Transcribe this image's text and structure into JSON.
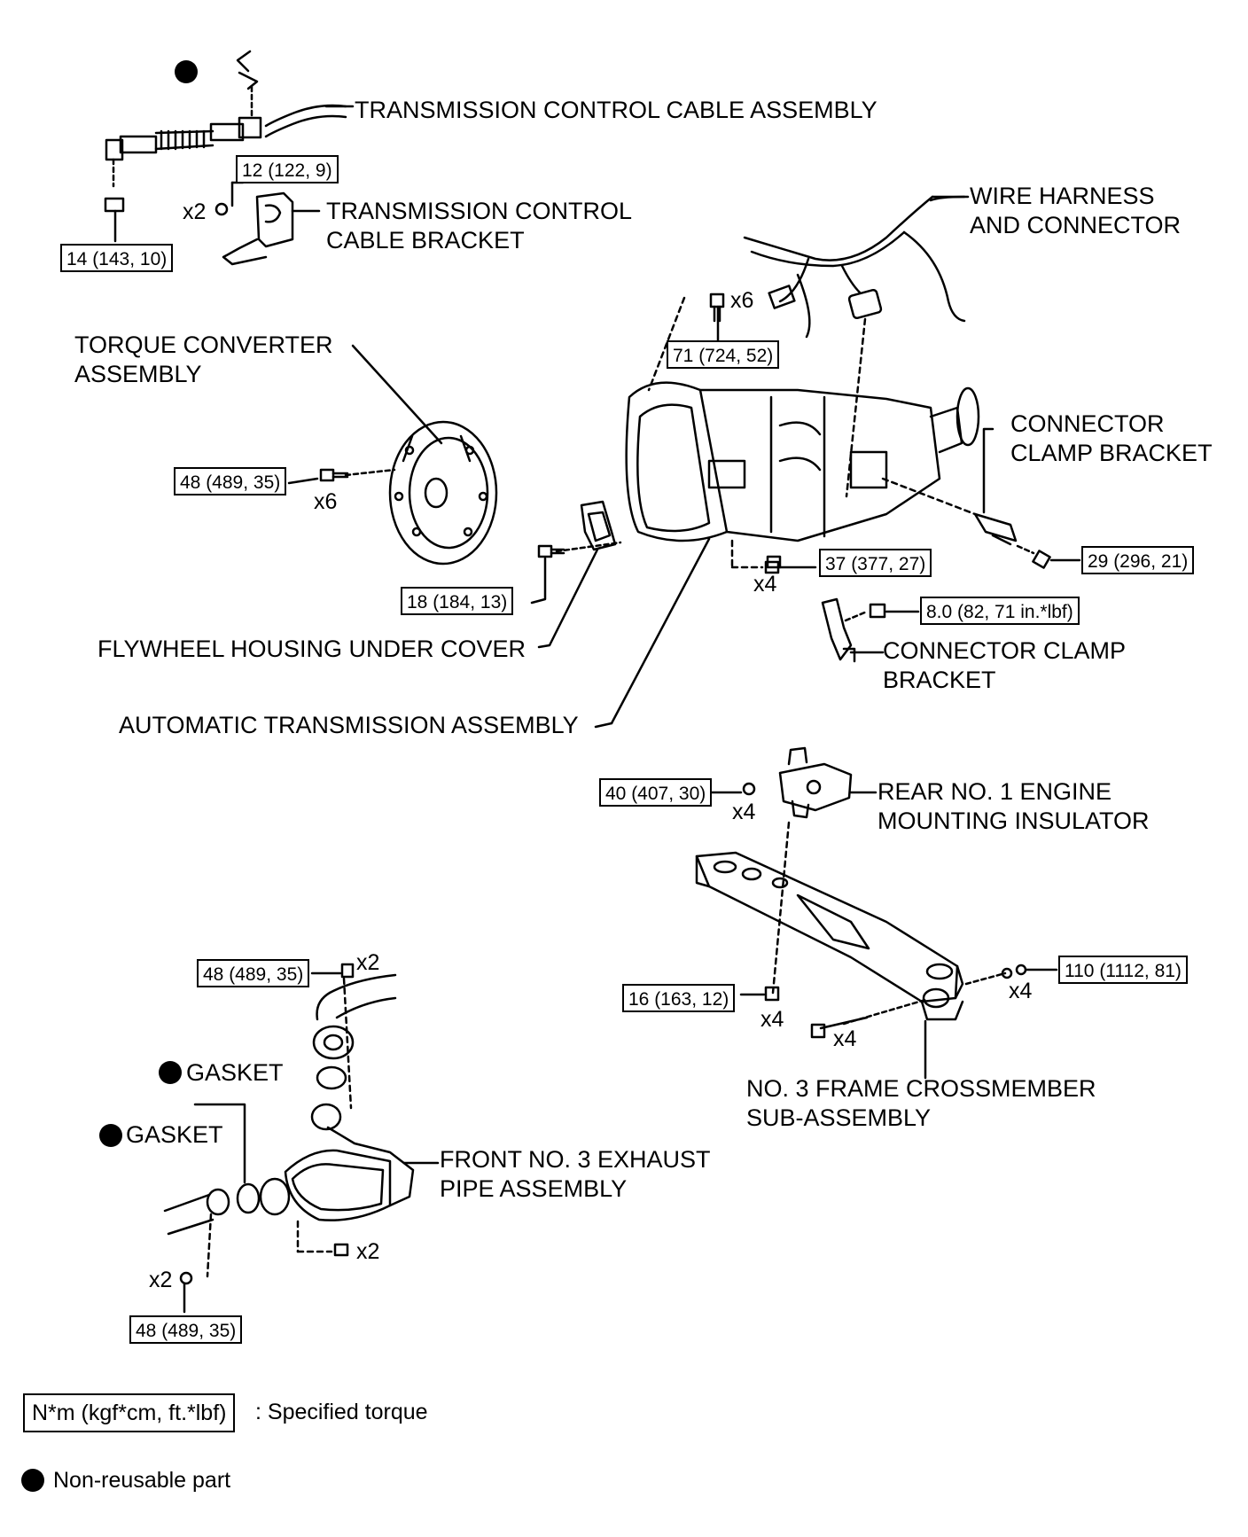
{
  "labels": {
    "transmission_control_cable_assembly": "TRANSMISSION CONTROL CABLE ASSEMBLY",
    "transmission_control_cable_bracket": [
      "TRANSMISSION CONTROL",
      "CABLE BRACKET"
    ],
    "wire_harness_and_connector": [
      "WIRE HARNESS",
      "AND CONNECTOR"
    ],
    "torque_converter_assembly": [
      "TORQUE CONVERTER",
      "ASSEMBLY"
    ],
    "connector_clamp_bracket_upper": [
      "CONNECTOR",
      "CLAMP BRACKET"
    ],
    "flywheel_housing_under_cover": "FLYWHEEL HOUSING UNDER COVER",
    "connector_clamp_bracket_lower": [
      "CONNECTOR CLAMP",
      "BRACKET"
    ],
    "automatic_transmission_assembly": "AUTOMATIC TRANSMISSION ASSEMBLY",
    "rear_no1_engine_mounting_insulator": [
      "REAR NO. 1 ENGINE",
      "MOUNTING INSULATOR"
    ],
    "gasket_upper": "GASKET",
    "gasket_lower": "GASKET",
    "no3_frame_crossmember": [
      "NO. 3 FRAME CROSSMEMBER",
      "SUB-ASSEMBLY"
    ],
    "front_no3_exhaust_pipe_assembly": [
      "FRONT NO. 3 EXHAUST",
      "PIPE ASSEMBLY"
    ]
  },
  "torque": {
    "cable_bracket": "12 (122, 9)",
    "cable_nut": "14 (143, 10)",
    "transmission_bolts": "71 (724, 52)",
    "converter_bolts": "48 (489, 35)",
    "bolt_37": "37 (377, 27)",
    "clamp_bracket_upper": "29 (296, 21)",
    "flywheel_cover": "18 (184, 13)",
    "clamp_bracket_lower": "8.0 (82, 71 in.*lbf)",
    "insulator_nuts": "40 (407, 30)",
    "exhaust_upper_nuts": "48 (489, 35)",
    "crossmember_side_bolts": "110 (1112, 81)",
    "insulator_lower_bolt": "16 (163, 12)",
    "exhaust_lower_nuts": "48 (489, 35)"
  },
  "qty": {
    "cable_bracket": "x2",
    "transmission_bolts": "x6",
    "converter_bolts": "x6",
    "bolt_37": "x4",
    "insulator_nuts": "x4",
    "exhaust_upper_nuts": "x2",
    "crossmember_side_nuts": "x4",
    "insulator_lower_bolt": "x4",
    "crossmember_long_bolts": "x4",
    "exhaust_mid_nuts": "x2",
    "exhaust_lower_nuts": "x2"
  },
  "legend": {
    "torque_unit": "N*m (kgf*cm, ft.*lbf)",
    "torque_description": ": Specified torque",
    "non_reusable": "Non-reusable part"
  }
}
